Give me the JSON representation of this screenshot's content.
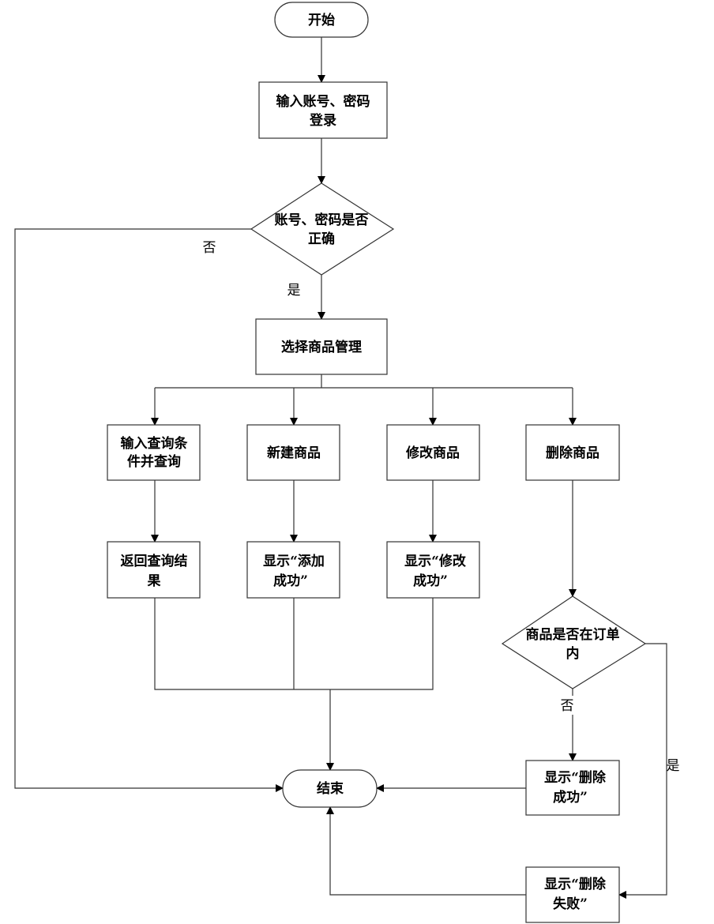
{
  "nodes": {
    "start": {
      "lines": [
        "开始"
      ]
    },
    "login": {
      "lines": [
        "输入账号、密码",
        "登录"
      ]
    },
    "check_credentials": {
      "lines": [
        "账号、密码是否",
        "正确"
      ]
    },
    "select_management": {
      "lines": [
        "选择商品管理"
      ]
    },
    "query_input": {
      "lines": [
        "输入查询条",
        "件并查询"
      ]
    },
    "new_product": {
      "lines": [
        "新建商品"
      ]
    },
    "edit_product": {
      "lines": [
        "修改商品"
      ]
    },
    "delete_product": {
      "lines": [
        "删除商品"
      ]
    },
    "query_result": {
      "lines": [
        "返回查询结",
        "果"
      ]
    },
    "add_success": {
      "lines": [
        "显示“添加",
        "成功”"
      ]
    },
    "edit_success": {
      "lines": [
        "显示“修改",
        "成功”"
      ]
    },
    "check_in_order": {
      "lines": [
        "商品是否在订单",
        "内"
      ]
    },
    "delete_success": {
      "lines": [
        "显示“删除",
        "成功”"
      ]
    },
    "delete_fail": {
      "lines": [
        "显示“删除",
        "失败”"
      ]
    },
    "end": {
      "lines": [
        "结束"
      ]
    }
  },
  "edges": {
    "credentials_no": "否",
    "credentials_yes": "是",
    "order_no": "否",
    "order_yes": "是"
  }
}
